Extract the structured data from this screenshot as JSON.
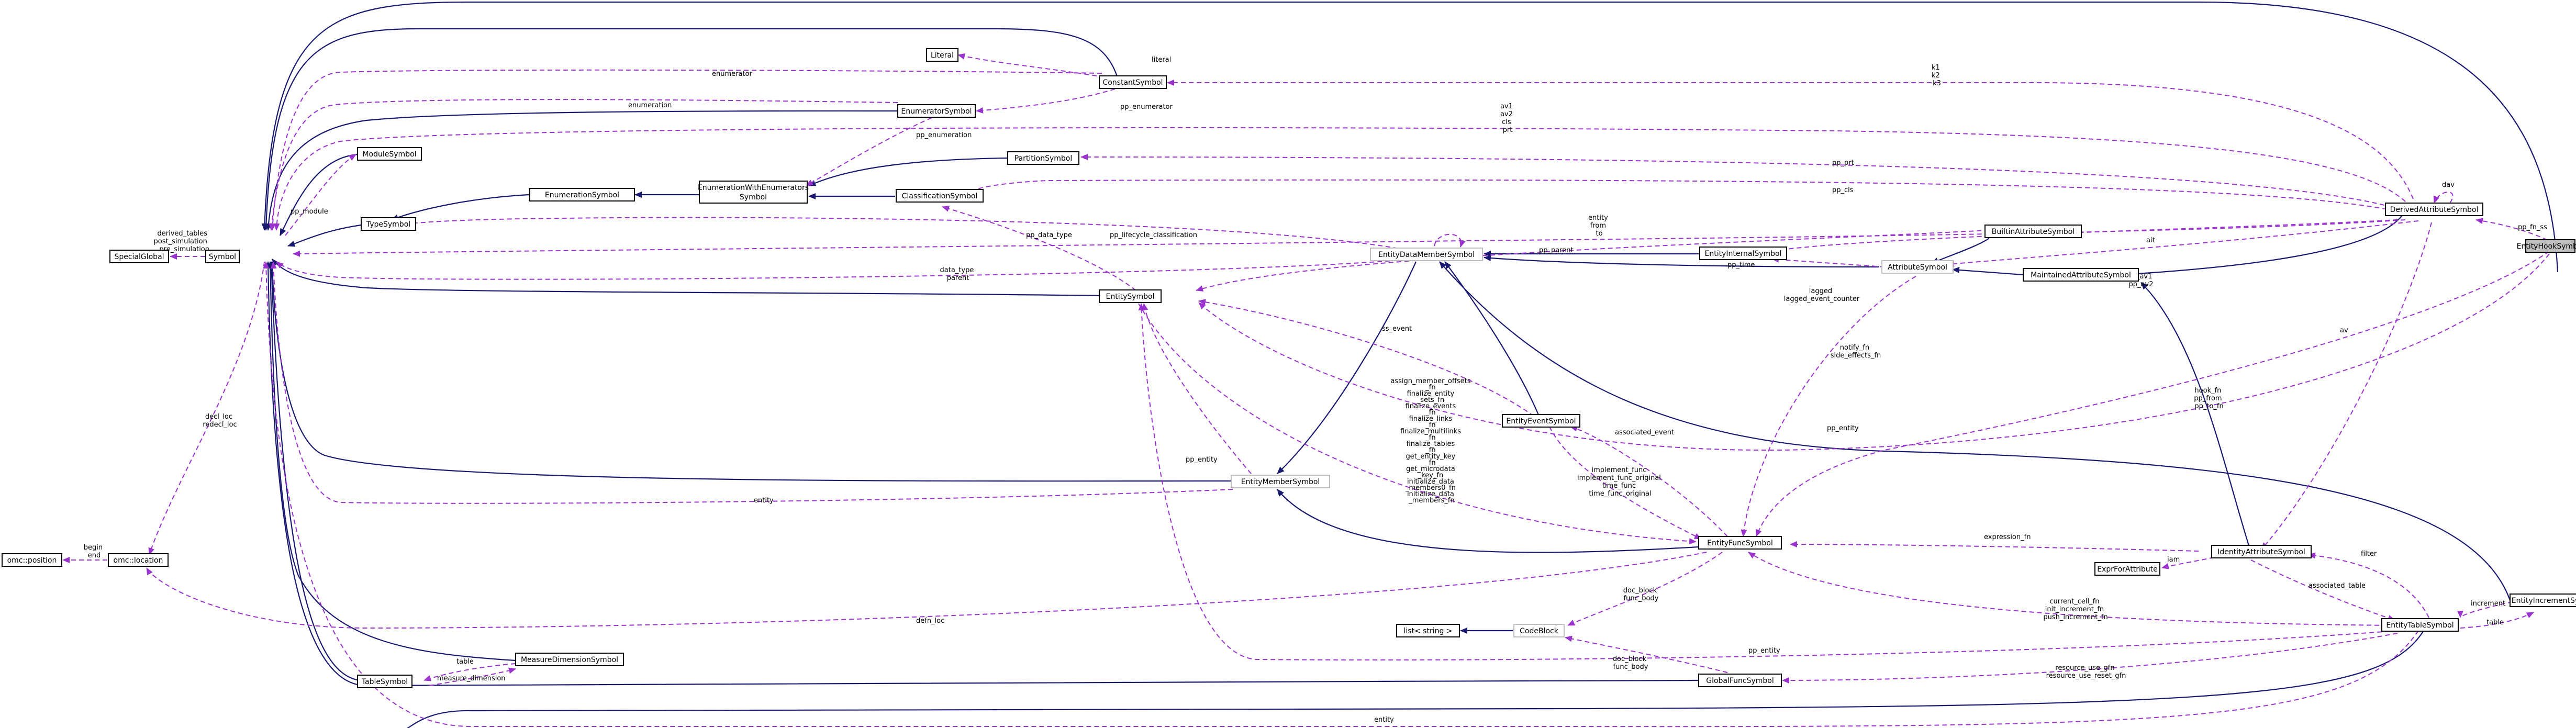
{
  "colors": {
    "inheritance": "#191970",
    "usage": "#9a32cd",
    "node_border": "#000000",
    "node_border_dim": "#bfbfbf",
    "focus_fill": "#bfbfbf"
  },
  "nodes": {
    "entity_hook_symbol": "EntityHookSymbol",
    "symbol": "Symbol",
    "special_global": "SpecialGlobal",
    "omc_position": "omc::position",
    "omc_location": "omc::location",
    "literal": "Literal",
    "constant_symbol": "ConstantSymbol",
    "enumerator_symbol": "EnumeratorSymbol",
    "module_symbol": "ModuleSymbol",
    "enumeration_symbol": "EnumerationSymbol",
    "enumeration_with_enumerators_symbol_1": "EnumerationWithEnumerators",
    "enumeration_with_enumerators_symbol_2": "Symbol",
    "type_symbol": "TypeSymbol",
    "partition_symbol": "PartitionSymbol",
    "classification_symbol": "ClassificationSymbol",
    "derived_attribute_symbol": "DerivedAttributeSymbol",
    "builtin_attribute_symbol": "BuiltinAttributeSymbol",
    "entity_internal_symbol": "EntityInternalSymbol",
    "attribute_symbol": "AttributeSymbol",
    "maintained_attribute_symbol": "MaintainedAttributeSymbol",
    "entity_data_member_symbol": "EntityDataMemberSymbol",
    "entity_symbol": "EntitySymbol",
    "entity_event_symbol": "EntityEventSymbol",
    "entity_member_symbol": "EntityMemberSymbol",
    "entity_func_symbol": "EntityFuncSymbol",
    "expr_for_attribute": "ExprForAttribute",
    "identity_attribute_symbol": "IdentityAttributeSymbol",
    "list_string": "list< string >",
    "code_block": "CodeBlock",
    "entity_increment_symbol": "EntityIncrementSymbol",
    "entity_table_symbol": "EntityTableSymbol",
    "measure_dimension_symbol": "MeasureDimensionSymbol",
    "table_symbol": "TableSymbol",
    "global_func_symbol": "GlobalFuncSymbol"
  },
  "edge_labels": {
    "derived_tables": [
      "derived_tables",
      "post_simulation",
      "pre_simulation"
    ],
    "decl_loc": [
      "decl_loc",
      "redecl_loc"
    ],
    "begin_end": [
      "begin",
      "end"
    ],
    "literal": "literal",
    "enumerator_1": "enumerator",
    "enumeration": "enumeration",
    "pp_enumerator": "pp_enumerator",
    "pp_enumeration": "pp_enumeration",
    "k_labels": [
      "k1",
      "k2",
      "k3"
    ],
    "av_labels": [
      "av1",
      "av2",
      "cls",
      "prt"
    ],
    "pp_prt": "pp_prt",
    "pp_cls": "pp_cls",
    "pp_module": "pp_module",
    "pp_data_type": "pp_data_type",
    "pp_lifecycle_classification": "pp_lifecycle_classification",
    "entity_from_to": [
      "entity",
      "from",
      "to"
    ],
    "pp_time": "pp_time",
    "pp_parent": "pp_parent",
    "data_type_parent": [
      "data_type",
      "parent"
    ],
    "pp_fn_ss": "pp_fn_ss",
    "dav": "dav",
    "ait": "ait",
    "pp_av1_av2": [
      "pp_av1",
      "pp_av2"
    ],
    "lagged": [
      "lagged",
      "lagged_event_counter"
    ],
    "av": "av",
    "ss_event": "ss_event",
    "notify_fn": [
      "notify_fn",
      "side_effects_fn"
    ],
    "pp_entity_1": "pp_entity",
    "hook_fn": [
      "hook_fn",
      "pp_from",
      "pp_to_fn"
    ],
    "assign_member_offsets": [
      "assign_member_offsets",
      "_fn",
      "finalize_entity",
      "_sets_fn",
      "finalize_events",
      "_fn",
      "finalize_links",
      "_fn",
      "finalize_multilinks",
      "_fn",
      "finalize_tables",
      "_fn",
      "get_entity_key",
      "_fn",
      "get_microdata",
      "_key_fn",
      "initialize_data",
      "_members0_fn",
      "initialize_data",
      "_members_fn"
    ],
    "associated_event": "associated_event",
    "implement_func": [
      "implement_func",
      "implement_func_original",
      "time_func",
      "time_func_original"
    ],
    "pp_entity_2": "pp_entity",
    "entity_1": "entity",
    "expression_fn": "expression_fn",
    "iam": "iam",
    "filter": "filter",
    "associated_table": "associated_table",
    "defn_loc": "defn_loc",
    "doc_block_1": [
      "doc_block",
      "func_body"
    ],
    "doc_block_2": [
      "doc_block",
      "func_body"
    ],
    "current_cell_fn": [
      "current_cell_fn",
      "init_increment_fn",
      "push_increment_fn"
    ],
    "increment": "increment",
    "table": "table",
    "table_2": "table",
    "measure_dimension": "measure_dimension",
    "pp_entity_3": "pp_entity",
    "resource_use": [
      "resource_use_gfn",
      "resource_use_reset_gfn"
    ],
    "entity_2": "entity"
  }
}
